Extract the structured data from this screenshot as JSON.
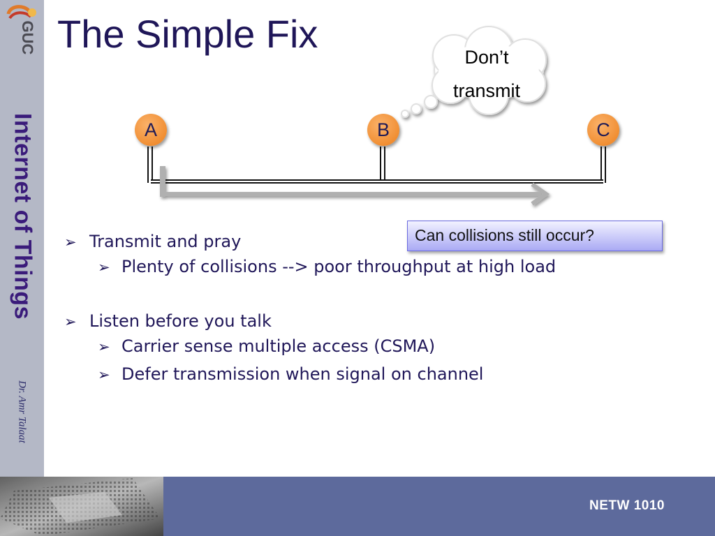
{
  "slide": {
    "title": "The Simple Fix",
    "course_code": "NETW 1010",
    "sidebar_title": "Internet of Things",
    "author": "Dr. Amr Talaat",
    "logo_text": "GUC"
  },
  "diagram": {
    "thought_bubble": {
      "line1": "Don’t",
      "line2": "transmit"
    },
    "nodes": [
      {
        "label": "A"
      },
      {
        "label": "B"
      },
      {
        "label": "C"
      }
    ],
    "callout": "Can collisions still occur?"
  },
  "bullets": [
    {
      "text": "Transmit and pray",
      "sub": [
        "Plenty of collisions --> poor throughput at high load"
      ]
    },
    {
      "text": "Listen before you talk",
      "sub": [
        "Carrier sense multiple access (CSMA)",
        "Defer transmission when signal on channel"
      ]
    }
  ],
  "colors": {
    "title": "#1f1658",
    "sidebar": "#b4b8c6",
    "footer": "#5d6a9c",
    "node_fill": "#f59a3c",
    "callout_border": "#6a6ae0",
    "arrow": "#b0b0b0"
  },
  "icons": {
    "bullet": "arrowhead-bullet-icon",
    "logo": "guc-logo-icon"
  }
}
